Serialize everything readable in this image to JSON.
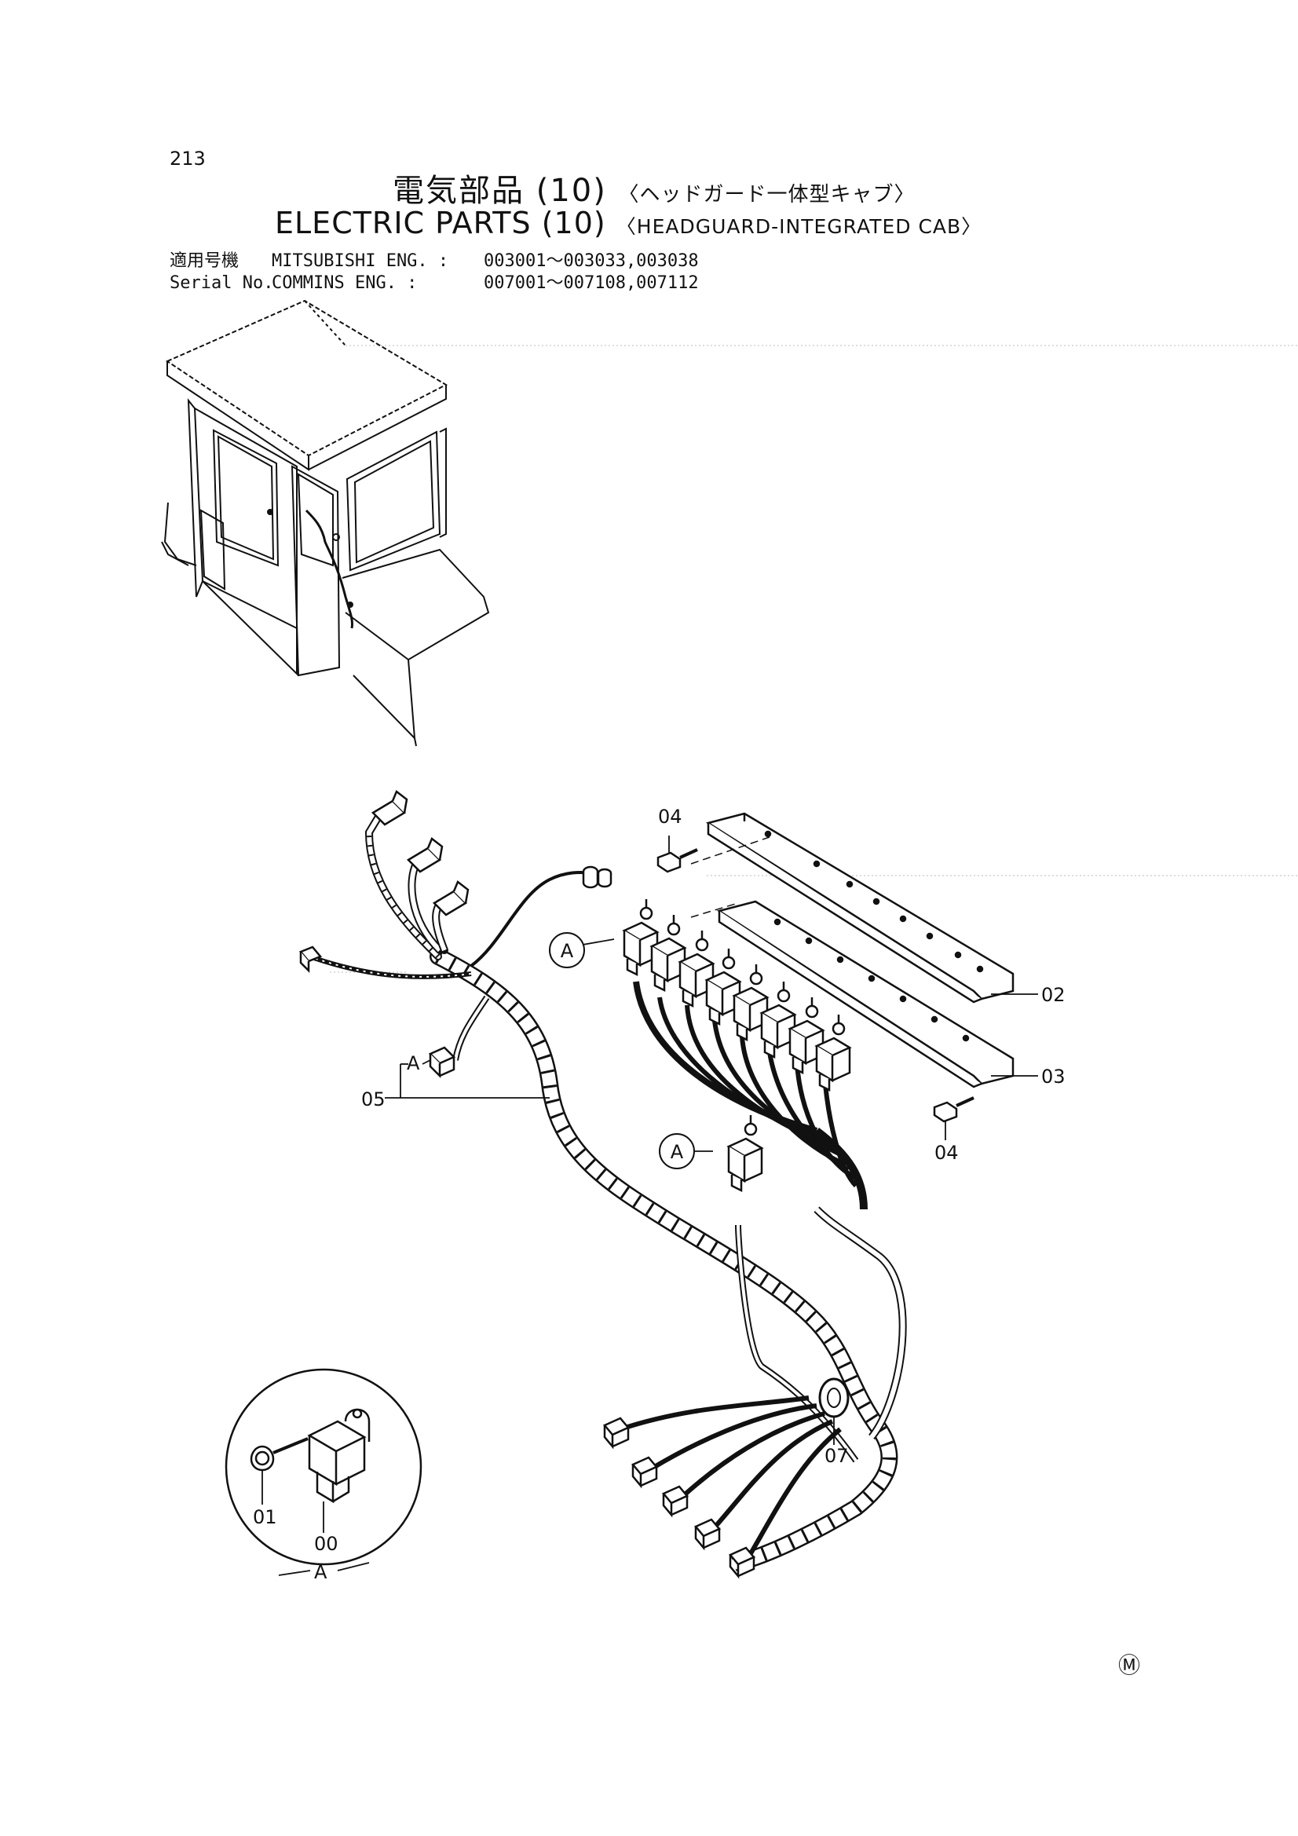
{
  "page_number": "213",
  "title": {
    "jp": "電気部品 (10)",
    "jp_sub": "〈ヘッドガード一体型キャブ〉",
    "en": "ELECTRIC PARTS (10)",
    "en_sub": "〈HEADGUARD-INTEGRATED CAB〉"
  },
  "serial": {
    "label_jp": "適用号機",
    "label_en": "Serial No.",
    "rows": [
      {
        "engine": "MITSUBISHI ENG. :",
        "range": "003001～003033,003038"
      },
      {
        "engine": "COMMINS ENG.   :",
        "range": "007001～007108,007112"
      }
    ]
  },
  "callouts": {
    "p02": "02",
    "p03": "03",
    "p04_top": "04",
    "p04_bottom": "04",
    "p05": "05",
    "p07": "07",
    "p01": "01",
    "p00": "00",
    "ref_a_top": "A",
    "ref_a_mid": "A",
    "ref_a_left": "A",
    "ref_a_detail": "A"
  },
  "mark": "Ⓜ"
}
